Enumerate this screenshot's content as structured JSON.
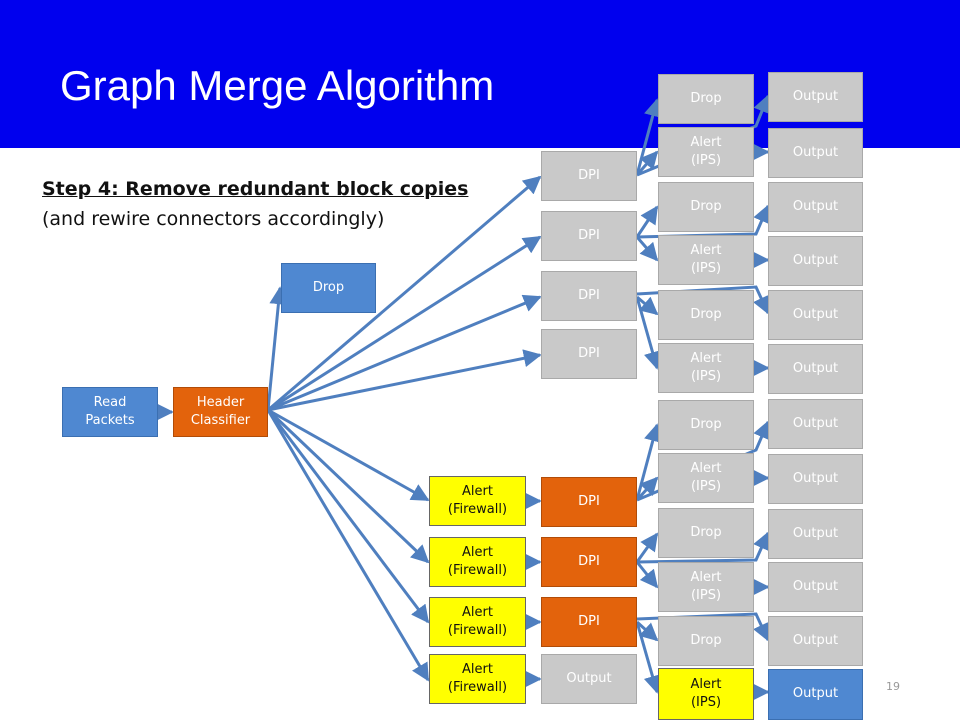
{
  "slide": {
    "title": "Graph Merge Algorithm",
    "step_title": "Step 4: Remove redundant block copies",
    "step_subtitle": "(and rewire connectors accordingly)",
    "page_number": "19"
  },
  "colors": {
    "header_band": "#0000ee",
    "gray_block": "#c9c9c9",
    "blue_block": "#4f88d1",
    "orange_block": "#e3630c",
    "yellow_block": "#ffff00",
    "connector": "#4f7fbf"
  },
  "blocks": {
    "read_packets": "Read Packets",
    "header_classifier": "Header Classifier",
    "drop_top": "Drop",
    "dpi_gray": [
      "DPI",
      "DPI",
      "DPI",
      "DPI"
    ],
    "alert_firewall": [
      "Alert (Firewall)",
      "Alert (Firewall)",
      "Alert (Firewall)",
      "Alert (Firewall)"
    ],
    "dpi_orange": [
      "DPI",
      "DPI",
      "DPI"
    ],
    "output_middle": "Output",
    "drops_col": [
      "Drop",
      "Drop",
      "Drop",
      "Drop",
      "Drop",
      "Drop"
    ],
    "alerts_ips": [
      "Alert (IPS)",
      "Alert (IPS)",
      "Alert (IPS)",
      "Alert (IPS)",
      "Alert (IPS)",
      "Alert (IPS)"
    ],
    "outputs_col": [
      "Output",
      "Output",
      "Output",
      "Output",
      "Output",
      "Output",
      "Output",
      "Output",
      "Output",
      "Output",
      "Output",
      "Output"
    ]
  }
}
